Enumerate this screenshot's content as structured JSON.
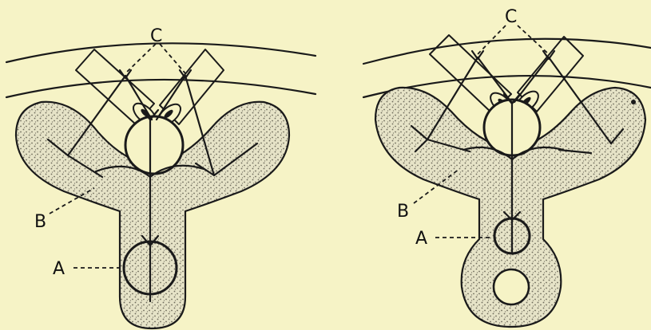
{
  "labels": {
    "left": {
      "c": "C",
      "b": "B",
      "a": "A"
    },
    "right": {
      "c": "C",
      "b": "B",
      "a": "A"
    }
  },
  "colors": {
    "background": "#f6f3c6",
    "shape_fill": "#e6e3c7",
    "stipple": "#6d6a5a",
    "ink": "#1a1a1a"
  }
}
